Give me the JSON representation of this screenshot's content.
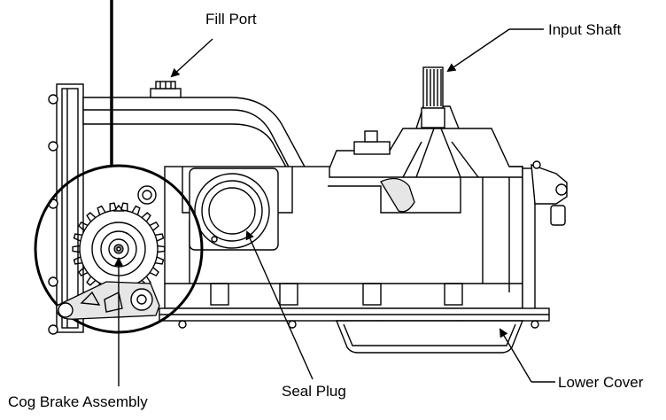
{
  "labels": {
    "fill_port": "Fill Port",
    "input_shaft": "Input Shaft",
    "cog_brake_assembly": "Cog Brake Assembly",
    "seal_plug": "Seal Plug",
    "lower_cover": "Lower Cover"
  }
}
